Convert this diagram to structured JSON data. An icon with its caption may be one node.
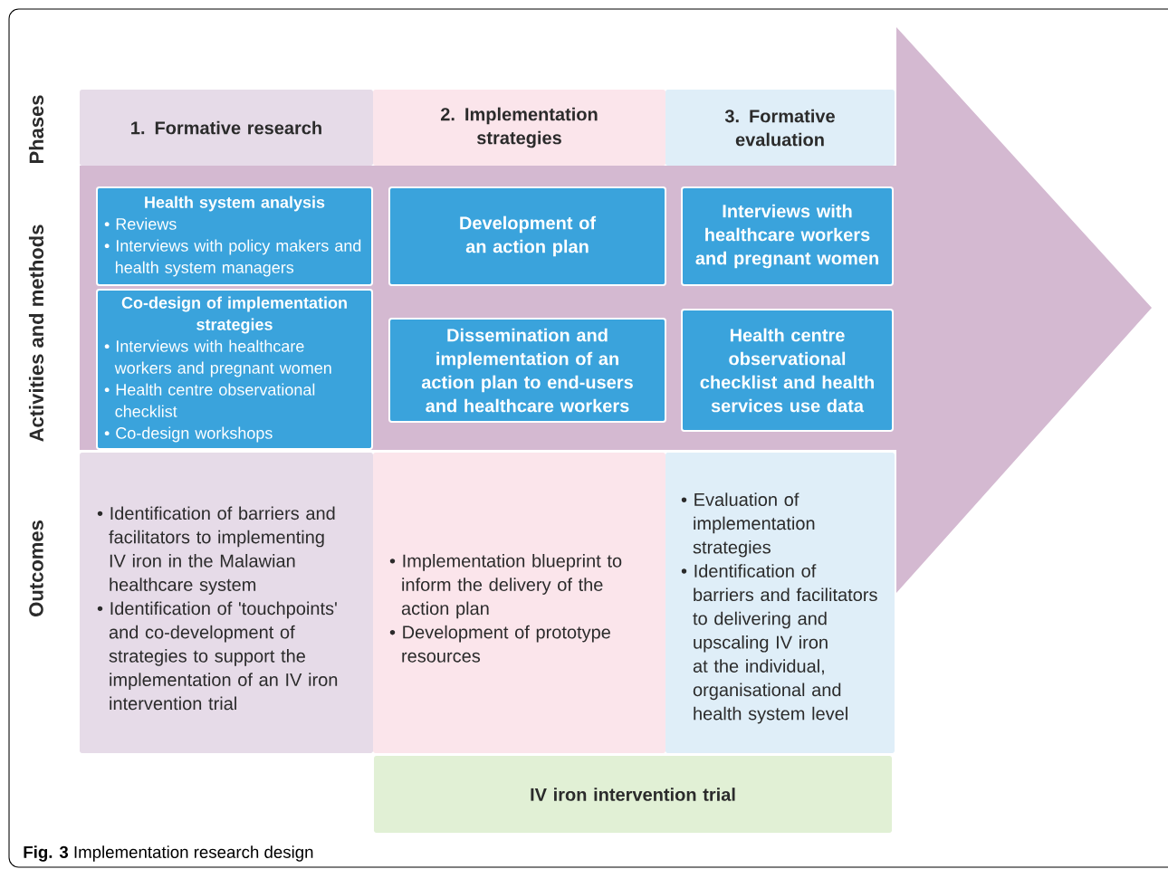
{
  "diagram": {
    "caption": "**Fig. 3** Implementation research design",
    "nodes": [
      {
        "text": [
          "1. Formative research"
        ]
      },
      {
        "text": [
          "2. Implementation strategies"
        ]
      },
      {
        "text": [
          "3. Formative evaluation"
        ]
      },
      {
        "text": [
          "Health system analysis",
          "• Reviews",
          "• Interviews with policy makers and health system managers"
        ]
      },
      {
        "text": [
          "Co-design of implementation strategies",
          "• Interviews with healthcare workers and pregnant women",
          "• Health centre observational checklist",
          "• Co-design workshops"
        ]
      },
      {
        "text": [
          "Development of an action plan"
        ]
      },
      {
        "text": [
          "Dissemination and implementation of an action plan to end-users and healthcare workers"
        ]
      },
      {
        "text": [
          "Interviews with healthcare workers and pregnant women"
        ]
      },
      {
        "text": [
          "Health centre observational checklist and health services use data"
        ]
      },
      {
        "text": [
          "• Identification of barriers and facilitators to implementing IV iron in the Malawian healthcare system",
          "• Identification of 'touchpoints' and co-development of strategies to support the implementation of an IV iron intervention trial"
        ]
      },
      {
        "text": [
          "• Implementation blueprint to inform the delivery of the action plan",
          "• Development of prototype resources"
        ]
      },
      {
        "text": [
          "• Evaluation of implementation strategies",
          "• Identification of barriers and facilitators to delivering and upscaling IV iron at the individual, organisational and health system level"
        ]
      },
      {
        "text": [
          "IV iron intervention trial"
        ]
      }
    ],
    "labels": [
      "Phases",
      "Activities and methods",
      "Outcomes"
    ]
  }
}
